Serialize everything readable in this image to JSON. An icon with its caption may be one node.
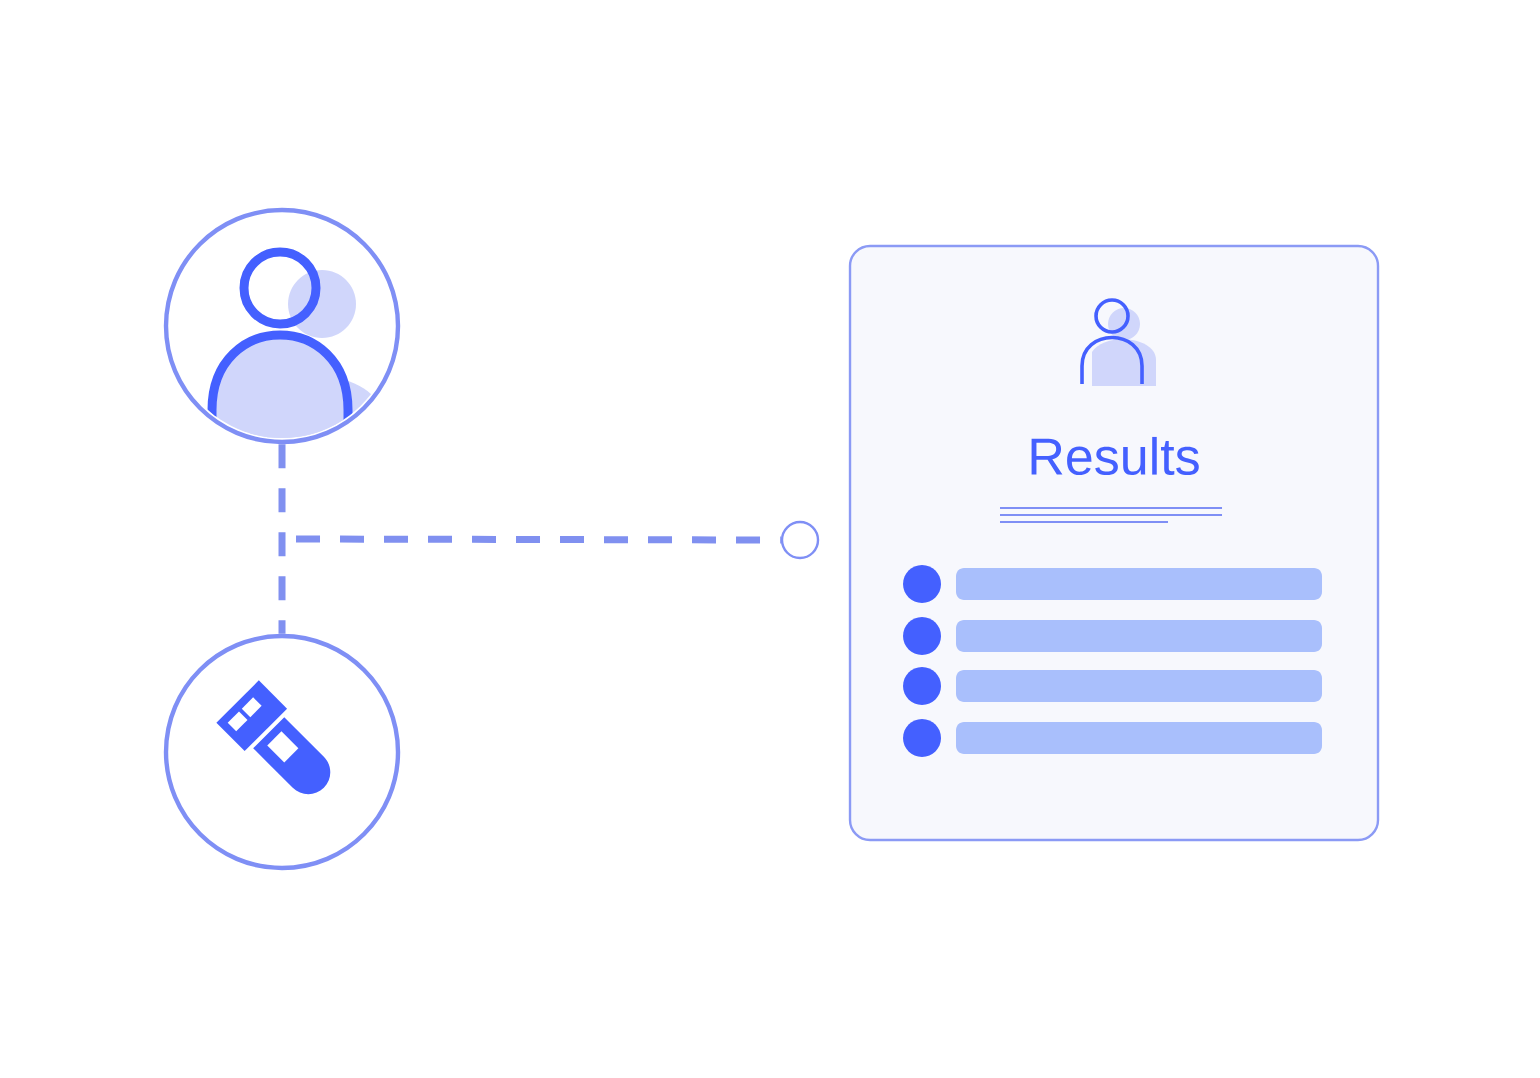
{
  "diagram": {
    "nodes": [
      {
        "text": [],
        "shape": "circle"
      },
      {
        "text": [],
        "shape": "circle"
      },
      {
        "text": [],
        "shape": "circle"
      },
      {
        "text": [
          "Results"
        ]
      }
    ],
    "edges": [
      {
        "from": 0,
        "to": 1,
        "arrow": "none",
        "style": "dashed"
      },
      {
        "from": 0,
        "to": 2,
        "arrow": "none",
        "style": "dashed"
      },
      {
        "from": 1,
        "to": 2,
        "arrow": "none",
        "style": "dashed"
      }
    ]
  }
}
